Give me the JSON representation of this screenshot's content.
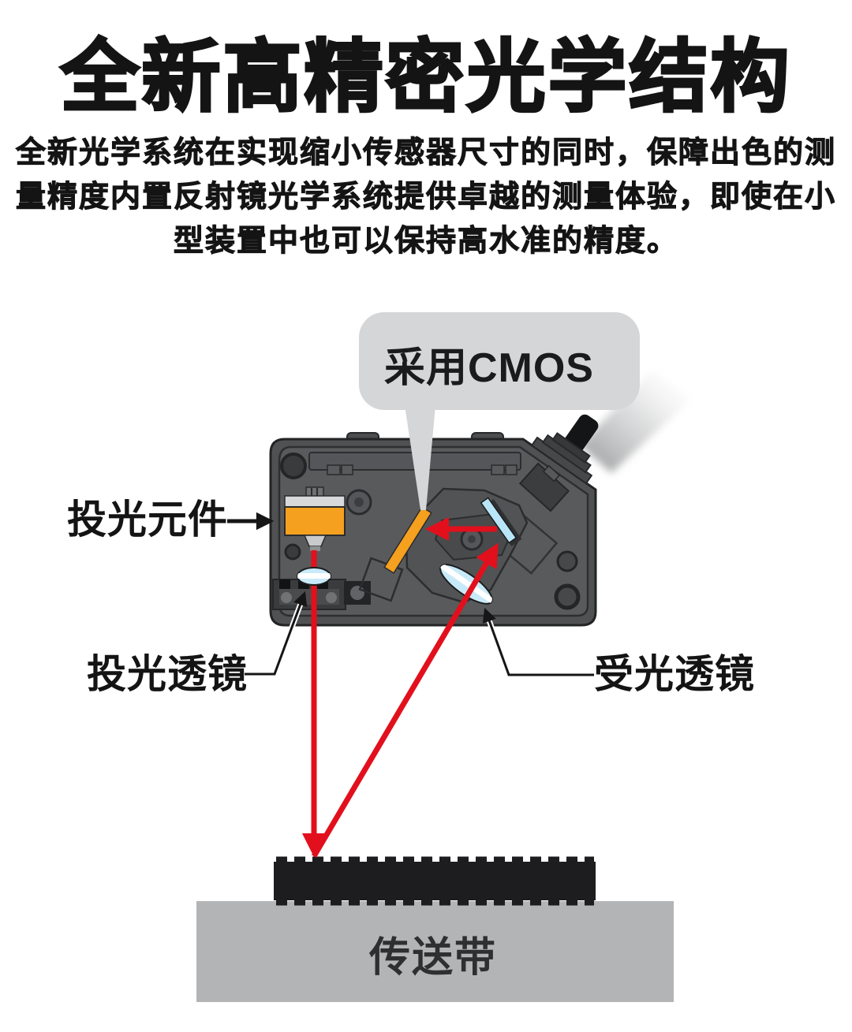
{
  "header": {
    "title": "全新高精密光学结构"
  },
  "description": {
    "lines": [
      "全新光学系统在实现缩小传感器尺寸的同时，保障出色的测",
      "量精度内置反射镜光学系统提供卓越的测量体验，即使在小",
      "型装置中也可以保持高水准的精度。"
    ]
  },
  "diagram": {
    "callout_cmos": "采用CMOS",
    "labels": {
      "emitter": "投光元件",
      "projection_lens": "投光透镜",
      "receiving_lens": "受光透镜",
      "conveyor": "传送带"
    },
    "colors": {
      "laser_red": "#e2101c",
      "emitter_orange": "#f6a01f",
      "lens_blue": "#c8eaf8",
      "mirror_blue": "#b9e5f8",
      "body_gray": "#505153",
      "panel_gray": "#595a5c",
      "outline_dark": "#232426",
      "callout_gray": "#d5d6d8",
      "conveyor_gray": "#b3b4b6",
      "object_black": "#1d1d1f",
      "ink": "#141414"
    }
  }
}
